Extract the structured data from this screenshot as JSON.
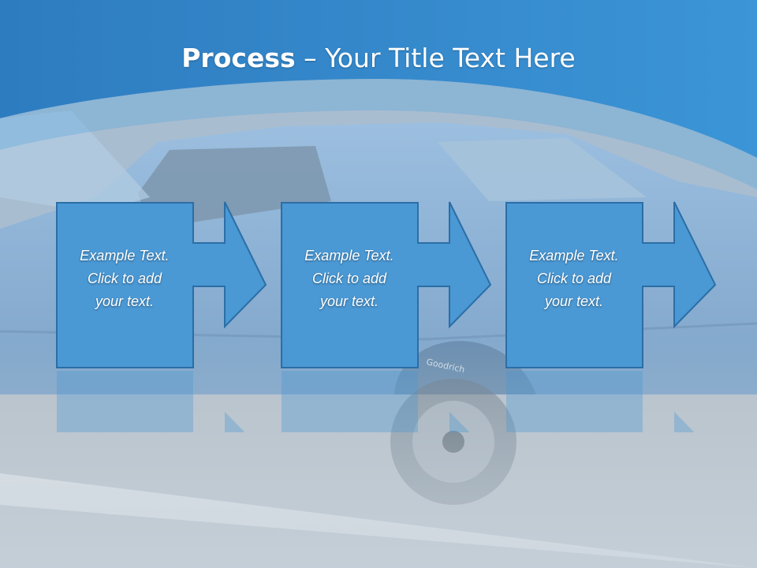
{
  "slide": {
    "title_bold": "Process",
    "title_rest": " – Your Title Text Here",
    "steps": [
      {
        "text": "Example Text.\nClick  to add\nyour text."
      },
      {
        "text": "Example Text.\nClick  to add\nyour text."
      },
      {
        "text": "Example Text.\nClick  to add\nyour text."
      }
    ]
  },
  "colors": {
    "header_blue": "#2f7fc3",
    "box_fill": "#4a98d4",
    "box_border": "#2b6ea6",
    "road": "#b4bfc8"
  },
  "background": {
    "tire_lettering": "Goodrich"
  }
}
